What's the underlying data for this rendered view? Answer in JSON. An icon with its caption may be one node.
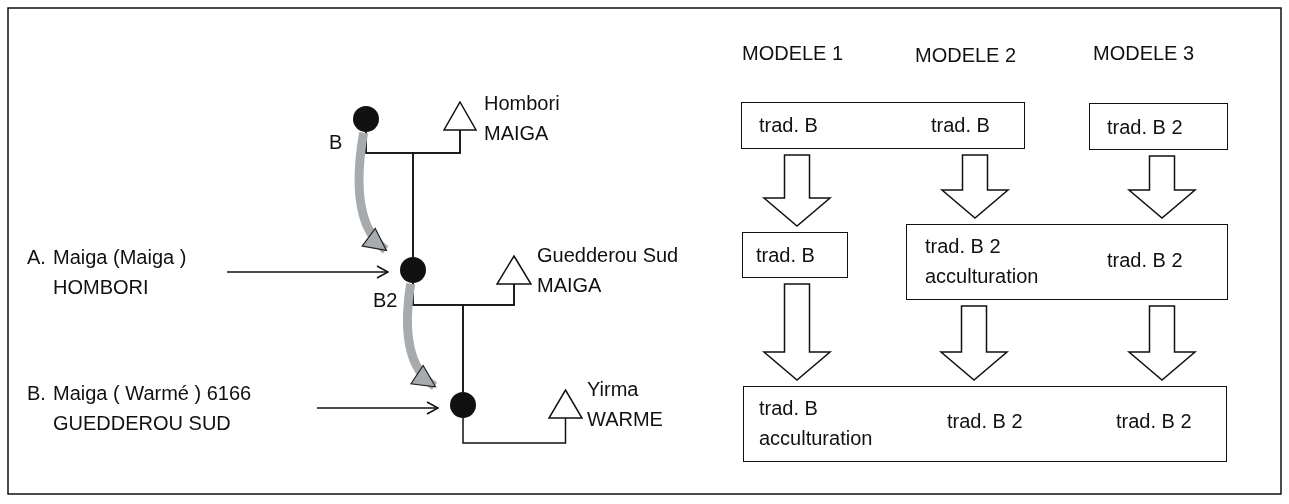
{
  "diagram": {
    "nodes": [
      {
        "text": [],
        "shape": "circle"
      },
      {
        "text": [],
        "shape": "triangle",
        "beside": [
          "Hombori MAIGA"
        ]
      },
      {
        "text": [],
        "shape": "circle"
      },
      {
        "text": [],
        "shape": "triangle",
        "beside": [
          "Guedderou Sud MAIGA"
        ]
      },
      {
        "text": [],
        "shape": "circle"
      },
      {
        "text": [],
        "shape": "triangle",
        "beside": [
          "Yirma WARME"
        ]
      },
      {
        "text": [
          "A.",
          "Maiga (Maiga ) HOMBORI"
        ]
      },
      {
        "text": [
          "B.",
          "Maiga ( Warmé ) 6166 GUEDDEROU SUD"
        ]
      },
      {
        "text": [
          "trad. B",
          "trad. B"
        ]
      },
      {
        "text": [
          "trad. B 2"
        ]
      },
      {
        "text": [
          "trad. B"
        ]
      },
      {
        "text": [
          "trad. B 2 acculturation",
          "trad. B 2"
        ]
      },
      {
        "text": [
          "trad. B acculturation",
          "trad. B 2",
          "trad. B 2"
        ]
      }
    ],
    "edges": [
      {
        "from": 0,
        "to": 1,
        "arrow": "none"
      },
      {
        "from": 0,
        "to": 2,
        "arrow": "none"
      },
      {
        "from": 1,
        "to": 2,
        "arrow": "none"
      },
      {
        "from": 0,
        "to": 2,
        "arrow": "to",
        "label": "B",
        "style": "thick",
        "color": "#a7abae"
      },
      {
        "from": 6,
        "to": 2,
        "arrow": "to"
      },
      {
        "from": 2,
        "to": 3,
        "arrow": "none"
      },
      {
        "from": 2,
        "to": 4,
        "arrow": "none"
      },
      {
        "from": 3,
        "to": 4,
        "arrow": "none"
      },
      {
        "from": 2,
        "to": 4,
        "arrow": "to",
        "label": "B2",
        "style": "thick",
        "color": "#a7abae"
      },
      {
        "from": 7,
        "to": 4,
        "arrow": "to"
      },
      {
        "from": 4,
        "to": 5,
        "arrow": "none"
      },
      {
        "from": 8,
        "to": 10,
        "arrow": "to",
        "style": "thick"
      },
      {
        "from": 8,
        "to": 11,
        "arrow": "to",
        "style": "thick"
      },
      {
        "from": 9,
        "to": 11,
        "arrow": "to",
        "style": "thick"
      },
      {
        "from": 10,
        "to": 12,
        "arrow": "to",
        "style": "thick"
      },
      {
        "from": 11,
        "to": 12,
        "arrow": "to",
        "style": "thick"
      },
      {
        "from": 11,
        "to": 12,
        "arrow": "to",
        "style": "thick"
      }
    ],
    "labels": [
      "MODELE 1",
      "MODELE 2",
      "MODELE 3"
    ]
  }
}
